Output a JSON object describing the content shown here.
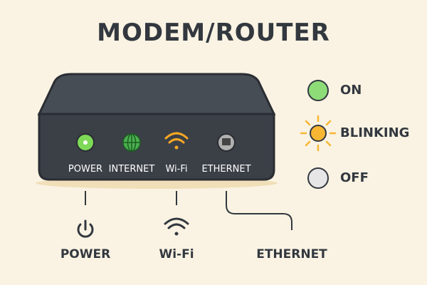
{
  "title": "MODEM/ROUTER",
  "device": {
    "ports": [
      {
        "label": "POWER",
        "icon": "power-led",
        "color": "#7ed957"
      },
      {
        "label": "INTERNET",
        "icon": "globe-icon",
        "color": "#4caf50"
      },
      {
        "label": "Wi-Fi",
        "icon": "wifi-icon",
        "color": "#f7a823"
      },
      {
        "label": "ETHERNET",
        "icon": "ethernet-port-icon",
        "color": "#b0b0b0"
      }
    ]
  },
  "legend": [
    {
      "label": "ON",
      "color": "#8ddc78"
    },
    {
      "label": "BLINKING",
      "color": "#f7b733"
    },
    {
      "label": "OFF",
      "color": "#e6e6e6"
    }
  ],
  "callouts": {
    "power": "POWER",
    "wifi": "Wi-Fi",
    "ethernet": "ETHERNET"
  },
  "colors": {
    "background": "#faf3e3",
    "device_body": "#3b4047",
    "outline": "#2a2e33"
  }
}
